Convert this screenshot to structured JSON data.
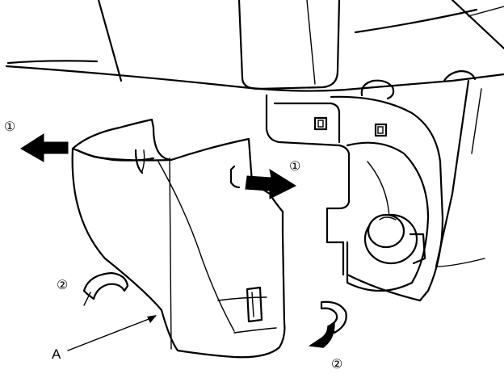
{
  "labels": {
    "step_one": "①",
    "step_two": "②",
    "part_a": "A"
  },
  "icons": {
    "pull_arrow": "arrow-pull-icon",
    "rotate_arrow": "rotate-arrow-icon"
  },
  "colors": {
    "line": "#000000",
    "background": "#ffffff"
  }
}
